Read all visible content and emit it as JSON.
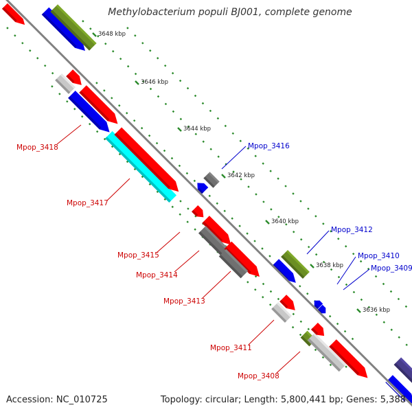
{
  "title": "Methylobacterium populi BJ001, complete genome",
  "footer": {
    "accession": "Accession: NC_010725",
    "summary": "Topology: circular; Length: 5,800,441 bp; Genes: 5,388"
  },
  "colors": {
    "backbone": "#808080",
    "tick": "#2a8a2a",
    "label_forward": "#cc0000",
    "label_reverse": "#0000cc",
    "red": "#ff0000",
    "blue": "#0000ee",
    "olive": "#6b8e23",
    "cyan": "#00ffff",
    "gray": "#707070",
    "lightgray": "#c8c8c8",
    "navy": "#483d8b"
  },
  "ticks": [
    "3648 kbp",
    "3646 kbp",
    "3644 kbp",
    "3642 kbp",
    "3640 kbp",
    "3638 kbp",
    "3636 kbp"
  ],
  "gene_labels": [
    {
      "text": "Mpop_3418",
      "strand": "forward"
    },
    {
      "text": "Mpop_3417",
      "strand": "forward"
    },
    {
      "text": "Mpop_3416",
      "strand": "reverse"
    },
    {
      "text": "Mpop_3415",
      "strand": "forward"
    },
    {
      "text": "Mpop_3414",
      "strand": "forward"
    },
    {
      "text": "Mpop_3413",
      "strand": "forward"
    },
    {
      "text": "Mpop_3412",
      "strand": "reverse"
    },
    {
      "text": "Mpop_3411",
      "strand": "forward"
    },
    {
      "text": "Mpop_3410",
      "strand": "reverse"
    },
    {
      "text": "Mpop_3409",
      "strand": "reverse"
    },
    {
      "text": "Mpop_3408",
      "strand": "forward"
    }
  ]
}
